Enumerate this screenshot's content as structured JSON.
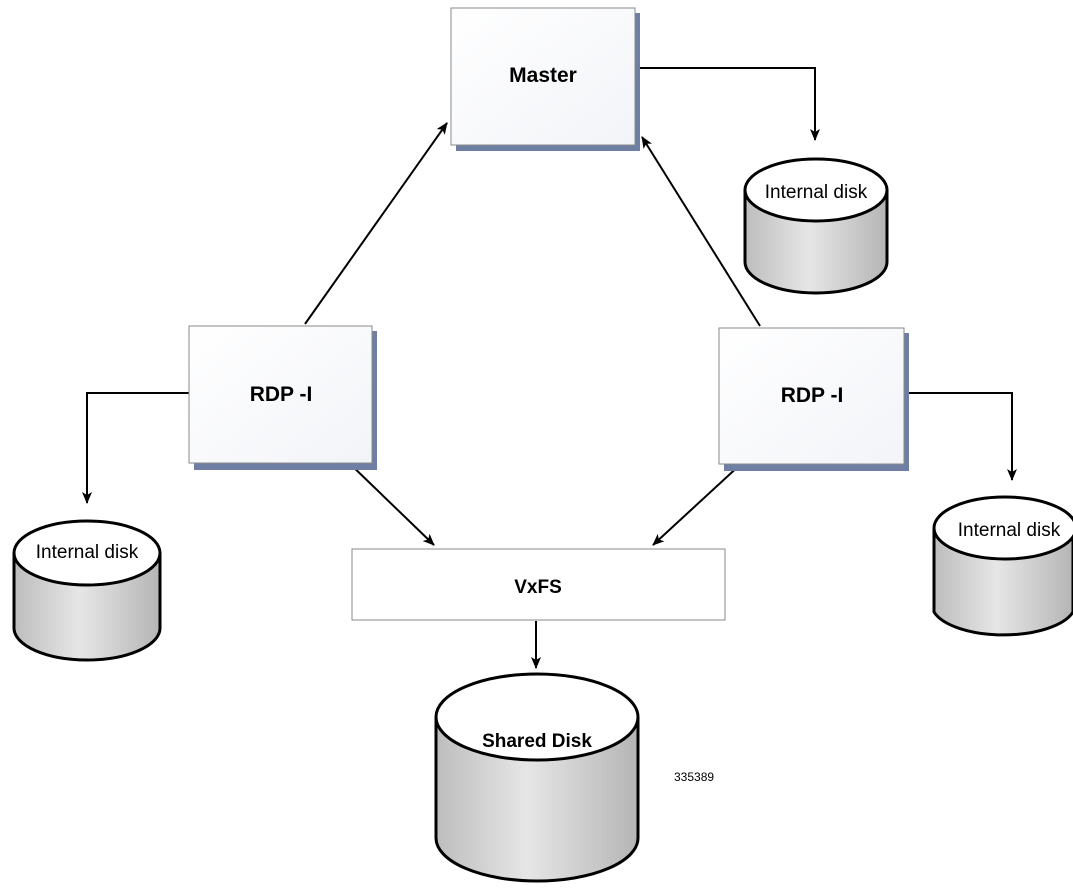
{
  "nodes": {
    "master": {
      "label": "Master"
    },
    "rdp_left": {
      "label": "RDP -I"
    },
    "rdp_right": {
      "label": "RDP -I"
    },
    "vxfs": {
      "label": "VxFS"
    },
    "disk_master": {
      "label": "Internal disk"
    },
    "disk_left": {
      "label": "Internal disk"
    },
    "disk_right": {
      "label": "Internal disk"
    },
    "shared_disk": {
      "label": "Shared Disk"
    }
  },
  "figure_id": "335389",
  "colors": {
    "box_shadow": "#6f7fa3",
    "disk_fill": "#cfcfcf",
    "disk_stroke": "#000000",
    "arrow": "#000000"
  }
}
